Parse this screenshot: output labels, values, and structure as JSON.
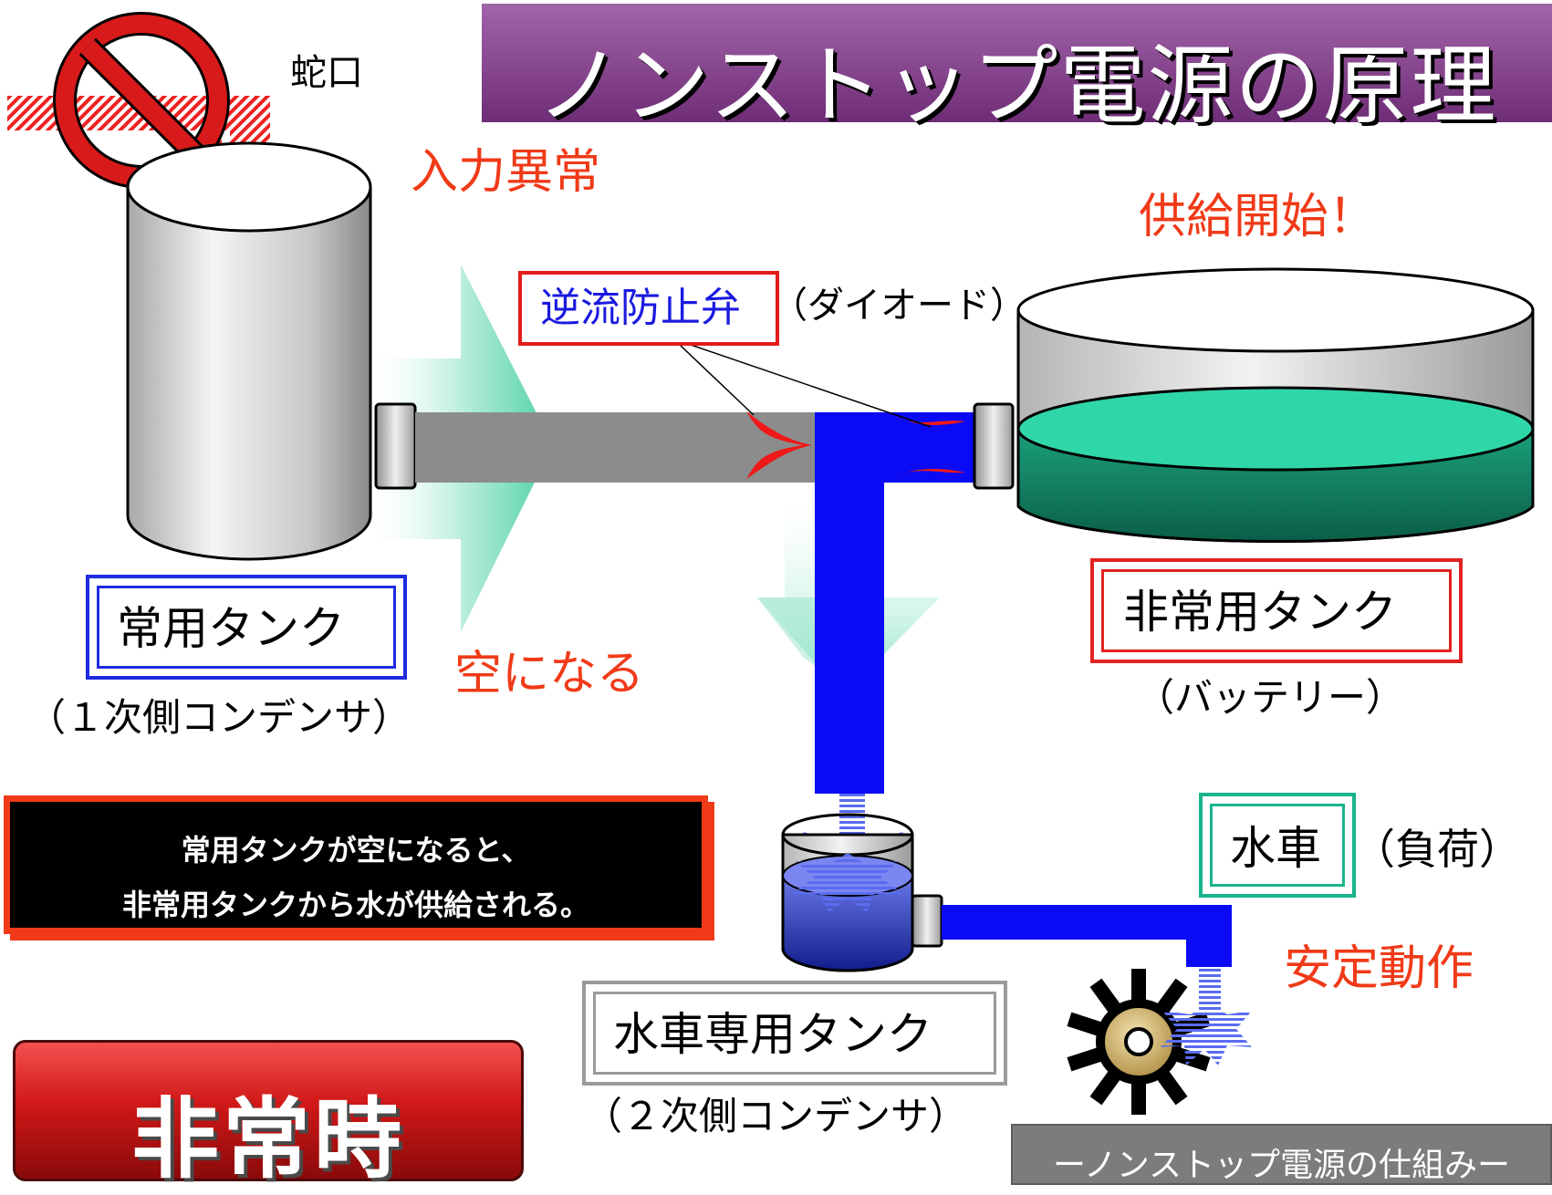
{
  "title": "ノンストップ電源の原理",
  "labels": {
    "faucet": "蛇口",
    "input_abnormal": "入力異常",
    "becomes_empty": "空になる",
    "supply_start": "供給開始！",
    "check_valve": "逆流防止弁",
    "diode": "（ダイオード）",
    "main_tank": "常用タンク",
    "primary_capacitor": "（１次側コンデンサ）",
    "emergency_tank": "非常用タンク",
    "battery": "（バッテリー）",
    "waterwheel": "水車",
    "load": "（負荷）",
    "stable_operation": "安定動作",
    "waterwheel_tank": "水車専用タンク",
    "secondary_capacitor": "（２次側コンデンサ）"
  },
  "note": {
    "line1": "常用タンクが空になると、",
    "line2": "非常用タンクから水が供給される。"
  },
  "mode": "非常時",
  "footer": "ーノンストップ電源の仕組みー",
  "colors": {
    "title_band": "#8c4c93",
    "alert_red": "#f03a18",
    "pipe_blue": "#0a0af5",
    "pipe_gray": "#8c8c8c",
    "battery_water": "#2fd6a8",
    "valve_red": "#f01818",
    "arrow_green": "#4fd1a6"
  },
  "icons": [
    "no-faucet-icon",
    "cylinder-tank-icon",
    "open-tank-icon",
    "waterwheel-icon",
    "check-valve-icon"
  ]
}
